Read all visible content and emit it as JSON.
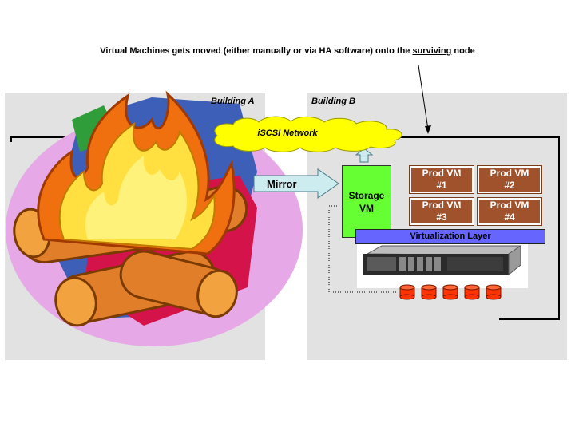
{
  "caption": {
    "before": "Virtual Machines gets moved (either manually or via HA software) onto the ",
    "emphasis": "surviving",
    "after": " node"
  },
  "building_a": {
    "label": "Building A"
  },
  "building_b": {
    "label": "Building B"
  },
  "network": {
    "label": "iSCSI Network"
  },
  "mirror": {
    "label": "Mirror"
  },
  "storage_vm": {
    "label": "Storage\nVM"
  },
  "prod_vms": [
    {
      "label": "Prod VM\n#1"
    },
    {
      "label": "Prod VM\n#2"
    },
    {
      "label": "Prod VM\n#3"
    },
    {
      "label": "Prod VM\n#4"
    }
  ],
  "virtualization_layer": {
    "label": "Virtualization Layer"
  },
  "icons": [
    "fire-clipart-icon",
    "server-icon",
    "disk-array-icon",
    "up-arrow-icon",
    "mirror-arrow-icon"
  ],
  "colors": {
    "storage_vm": "#66ff33",
    "prod_vm": "#a0522d",
    "virtualization_layer": "#6666ff",
    "cloud": "#ffff00",
    "disk": "#ff3300"
  }
}
